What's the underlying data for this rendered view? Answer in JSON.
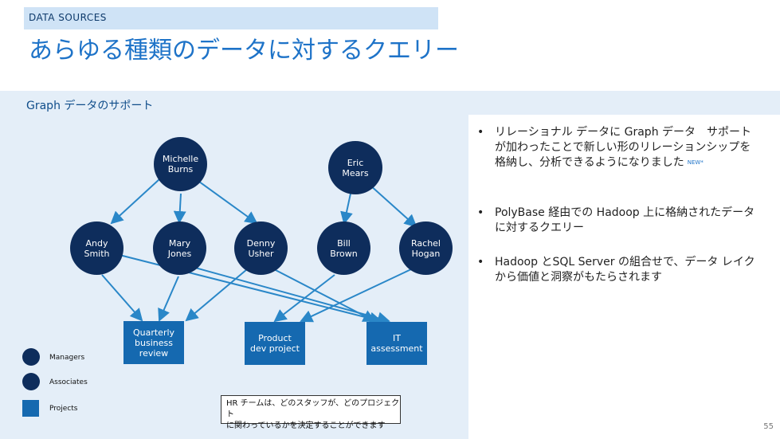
{
  "header": {
    "section_tag": "DATA SOURCES",
    "title": "あらゆる種類のデータに対するクエリー",
    "subtitle": "Graph データのサポート"
  },
  "graph": {
    "nodes": {
      "michelle": "Michelle\nBurns",
      "eric": "Eric\nMears",
      "andy": "Andy\nSmith",
      "mary": "Mary\nJones",
      "denny": "Denny\nUsher",
      "bill": "Bill\nBrown",
      "rachel": "Rachel\nHogan"
    },
    "projects": {
      "quarterly": "Quarterly\nbusiness\nreview",
      "product": "Product\ndev project",
      "it": "IT\nassessment"
    },
    "legend": {
      "managers": "Managers",
      "associates": "Associates",
      "projects": "Projects"
    },
    "callout": "HR チームは、どのスタッフが、どのプロジェクト\nに関わっているかを決定することができます"
  },
  "bullets": [
    {
      "text": "リレーショナル データに Graph データ　サポートが加わったことで新しい形のリレーションシップを格納し、分析できるようになりました",
      "badge": "NEW*"
    },
    {
      "text": "PolyBase 経由での Hadoop 上に格納されたデータに対するクエリー"
    },
    {
      "text": "Hadoop とSQL Server の組合せで、データ レイクから価値と洞察がもたらされます"
    }
  ],
  "page_number": "55",
  "colors": {
    "person_node": "#0e2d5c",
    "project_node": "#1569b0",
    "edge": "#2a87c8",
    "title": "#1e73c8"
  }
}
